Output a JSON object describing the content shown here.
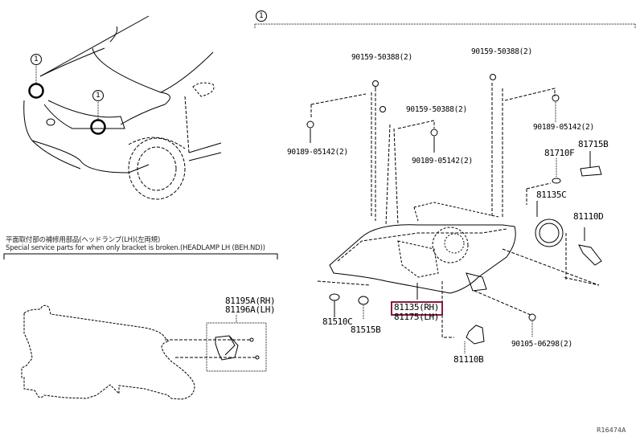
{
  "diagram": {
    "type": "parts-exploded-view",
    "title_callout": "1",
    "vehicle_view": {
      "callouts": [
        "1",
        "1"
      ]
    },
    "special_note": {
      "line_jp": "平面取付部の補修用部品(ヘッドランプ(LH)(左両規)",
      "line_en": "Special service parts for when only bracket is broken.(HEADLAMP LH (BEH.ND))"
    },
    "bracket_parts": {
      "rh": "81195A(RH)",
      "lh": "81196A(LH)"
    },
    "parts": {
      "screw_top_left": "90159-50388(2)",
      "screw_top_right": "90159-50388(2)",
      "screw_middle": "90159-50388(2)",
      "clip_left": "90189-05142(2)",
      "clip_middle": "90189-05142(2)",
      "clip_right": "90189-05142(2)",
      "socket_81710F": "81710F",
      "bulb_81715B": "81715B",
      "cover_81135C": "81135C",
      "bulb_81110D": "81110D",
      "cap_81510C": "81510C",
      "socket_81515B": "81515B",
      "headlamp_rh": "81135(RH)",
      "headlamp_lh": "81175(LH)",
      "bulb_81110B": "81110B",
      "screw_bottom": "90105-06298(2)"
    },
    "highlighted_part": "81135(RH)",
    "highlight_color": "#8b1a3a",
    "reference_code": "R16474A"
  }
}
